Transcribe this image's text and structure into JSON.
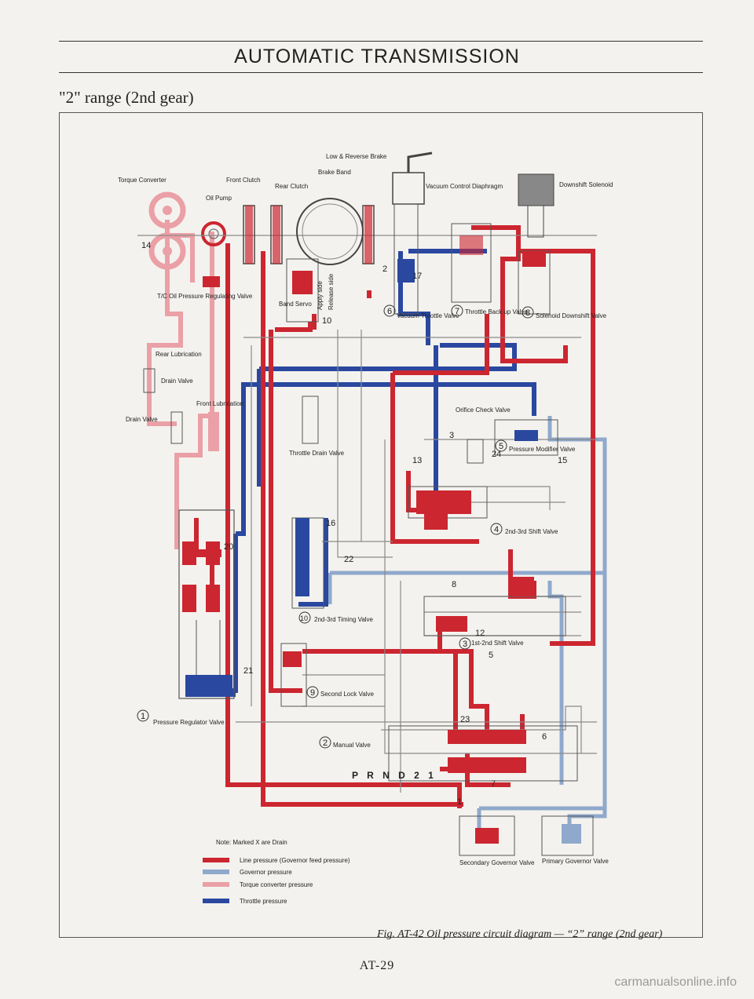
{
  "header": {
    "title": "AUTOMATIC TRANSMISSION"
  },
  "section": {
    "title": "\"2\" range (2nd gear)"
  },
  "labels": {
    "torque_converter": "Torque Converter",
    "front_clutch": "Front Clutch",
    "rear_clutch": "Rear Clutch",
    "oil_pump": "Oil Pump",
    "low_reverse_brake": "Low & Reverse Brake",
    "brake_band": "Brake Band",
    "vacuum_control_diaphragm": "Vacuum Control Diaphragm",
    "downshift_solenoid": "Downshift Solenoid",
    "tc_oil_pressure_regulating_valve": "T/C Oil Pressure Regulating Valve",
    "band_servo": "Band Servo",
    "apply_side": "Apply side",
    "release_side": "Release side",
    "vacuum_throttle_valve": "Vacuum Throttle Valve",
    "throttle_back_up_valve": "Throttle Back up Valve",
    "solenoid_downshift_valve": "Solenoid Downshift Valve",
    "rear_lubrication": "Rear Lubrication",
    "drain_valve_small": "Drain Valve",
    "front_lubrication": "Front Lubrication",
    "drain_valve": "Drain Valve",
    "throttle_drain_valve": "Throttle Drain Valve",
    "orifice_check_valve": "Orifice Check Valve",
    "pressure_modifier_valve": "Pressure Modifier Valve",
    "shift_2nd_3rd_valve": "2nd-3rd Shift Valve",
    "timing_2nd_3rd_valve": "2nd-3rd Timing Valve",
    "shift_1st_2nd_valve": "1st-2nd Shift Valve",
    "second_lock_valve": "Second Lock Valve",
    "pressure_regulator_valve": "Pressure Regulator Valve",
    "manual_valve": "Manual Valve",
    "prnd": "P R N D 2 1",
    "secondary_governor_valve": "Secondary Governor Valve",
    "primary_governor_valve": "Primary Governor Valve"
  },
  "callouts": {
    "c1": "1",
    "c2": "2",
    "c3": "3",
    "c4": "4",
    "c5": "5",
    "c6": "6",
    "c7": "7",
    "c8": "8",
    "c9": "9",
    "c10": "10"
  },
  "line_numbers": [
    "1",
    "2",
    "3",
    "5",
    "6",
    "7",
    "8",
    "10",
    "12",
    "13",
    "14",
    "15",
    "16",
    "17",
    "20",
    "21",
    "22",
    "23",
    "24"
  ],
  "note": "Note: Marked X are Drain",
  "legend": [
    {
      "label": "Line pressure (Governor feed pressure)",
      "color": "#cc2630"
    },
    {
      "label": "Governor pressure",
      "color": "#8fa9cc"
    },
    {
      "label": "Torque converter pressure",
      "color": "#eaa0a6"
    },
    {
      "label": "Throttle pressure",
      "color": "#2a48a0"
    }
  ],
  "caption": "Fig. AT-42  Oil pressure circuit diagram — “2” range (2nd gear)",
  "page_number": "AT-29",
  "watermark": "carmanualsonline.info"
}
